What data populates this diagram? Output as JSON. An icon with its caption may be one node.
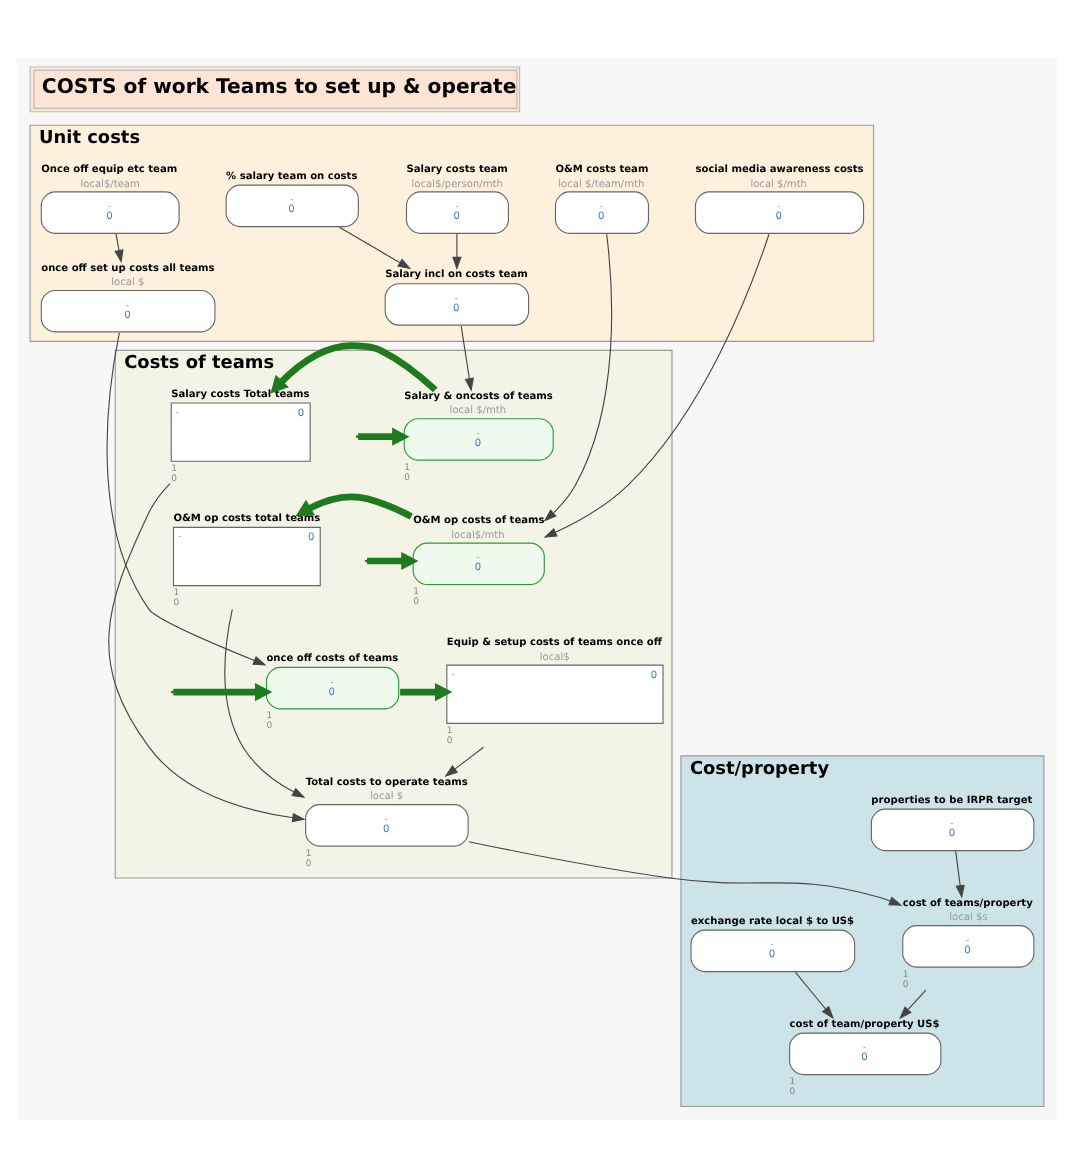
{
  "diagram": {
    "title": "COSTS of work Teams to set up & operate",
    "nodes": [
      {
        "text": [
          "Unit costs"
        ]
      },
      {
        "text": [
          "Salary costs team",
          "local$/person/mth",
          "-",
          "0"
        ],
        "in": 0
      },
      {
        "text": [
          "% salary team on costs",
          "-",
          "0"
        ],
        "in": 0
      },
      {
        "text": [
          "O&M costs team",
          "local $/team/mth",
          "-",
          "0"
        ],
        "in": 0
      },
      {
        "text": [
          "Once off equip etc team",
          "local$/team",
          "-",
          "0"
        ],
        "in": 0
      },
      {
        "text": [
          "Salary incl on costs team",
          "-",
          "0"
        ],
        "in": 0
      },
      {
        "text": [
          "social media awareness costs",
          "local $/mth",
          "-",
          "0"
        ],
        "in": 0
      },
      {
        "text": [
          "once off set up costs all teams",
          "local $",
          "-",
          "0"
        ],
        "in": 0
      },
      {
        "text": [
          "Costs of teams"
        ]
      },
      {
        "text": [
          "Salary & oncosts of teams",
          "local $/mth",
          "-",
          "0"
        ],
        "in": 8,
        "beside": [
          "1",
          "0"
        ]
      },
      {
        "text": [
          "Salary costs Total teams",
          "-",
          "0"
        ],
        "in": 8,
        "beside": [
          "1",
          "0"
        ]
      },
      {
        "text": [
          "O&M op costs of teams",
          "local$/mth",
          "-",
          "0"
        ],
        "in": 8,
        "beside": [
          "1",
          "0"
        ]
      },
      {
        "text": [
          "O&M op costs total teams",
          "-",
          "0"
        ],
        "in": 8,
        "beside": [
          "1",
          "0"
        ]
      },
      {
        "text": [
          "once off costs of teams",
          "-",
          "0"
        ],
        "in": 8,
        "beside": [
          "1",
          "0"
        ]
      },
      {
        "text": [
          "Equip & setup costs of teams once off",
          "local$",
          "-",
          "0"
        ],
        "in": 8,
        "beside": [
          "1",
          "0"
        ]
      },
      {
        "text": [
          "Total costs to operate teams",
          "local $",
          "-",
          "0"
        ],
        "in": 8,
        "beside": [
          "1",
          "0"
        ]
      },
      {
        "text": [
          "Cost/property"
        ]
      },
      {
        "text": [
          "cost of teams/property",
          "local $s",
          "-",
          "0"
        ],
        "in": 16,
        "beside": [
          "1",
          "0"
        ]
      },
      {
        "text": [
          "properties to be IRPR target",
          "-",
          "0"
        ],
        "in": 16
      },
      {
        "text": [
          "cost of team/property US$",
          "-",
          "0"
        ],
        "in": 16,
        "beside": [
          "1",
          "0"
        ]
      },
      {
        "text": [
          "exchange rate local $ to US$",
          "-",
          "0"
        ],
        "in": 16
      }
    ],
    "edges": [
      {
        "from": 1,
        "to": 5,
        "arrow": "to"
      },
      {
        "from": 2,
        "to": 5,
        "arrow": "to"
      },
      {
        "from": 4,
        "to": 7,
        "arrow": "to"
      },
      {
        "from": 5,
        "to": 9,
        "arrow": "to"
      },
      {
        "from": 6,
        "to": 11,
        "arrow": "to"
      },
      {
        "from": 3,
        "to": 11,
        "arrow": "to"
      },
      {
        "from": 7,
        "to": 13,
        "arrow": "to"
      },
      {
        "from": null,
        "to": 9,
        "arrow": "to",
        "style": "thick",
        "color": "#1e7b1e"
      },
      {
        "from": 9,
        "to": 10,
        "arrow": "to",
        "style": "thick",
        "color": "#1e7b1e"
      },
      {
        "from": null,
        "to": 11,
        "arrow": "to",
        "style": "thick",
        "color": "#1e7b1e"
      },
      {
        "from": 11,
        "to": 12,
        "arrow": "to",
        "style": "thick",
        "color": "#1e7b1e"
      },
      {
        "from": null,
        "to": 13,
        "arrow": "to",
        "style": "thick",
        "color": "#1e7b1e"
      },
      {
        "from": 13,
        "to": 14,
        "arrow": "to",
        "style": "thick",
        "color": "#1e7b1e"
      },
      {
        "from": 10,
        "to": 15,
        "arrow": "to"
      },
      {
        "from": 12,
        "to": 15,
        "arrow": "to"
      },
      {
        "from": 14,
        "to": 15,
        "arrow": "to"
      },
      {
        "from": 15,
        "to": 17,
        "arrow": "to"
      },
      {
        "from": 18,
        "to": 17,
        "arrow": "to"
      },
      {
        "from": 17,
        "to": 19,
        "arrow": "to"
      },
      {
        "from": 20,
        "to": 19,
        "arrow": "to"
      }
    ]
  }
}
